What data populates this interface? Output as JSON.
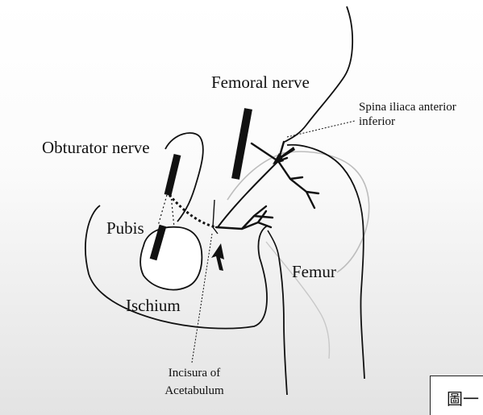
{
  "labels": {
    "femoral_nerve": "Femoral nerve",
    "spina_iliaca_line1": "Spina iliaca anterior",
    "spina_iliaca_line2": "inferior",
    "obturator_nerve": "Obturator nerve",
    "pubis": "Pubis",
    "ischium": "Ischium",
    "femur": "Femur",
    "incisura_line1": "Incisura of",
    "incisura_line2": "Acetabulum"
  },
  "caption": {
    "text": "圖一"
  },
  "colors": {
    "line": "#111111",
    "faint_outline": "#bdbdbd",
    "fill_pale": "#f2f2f2"
  }
}
